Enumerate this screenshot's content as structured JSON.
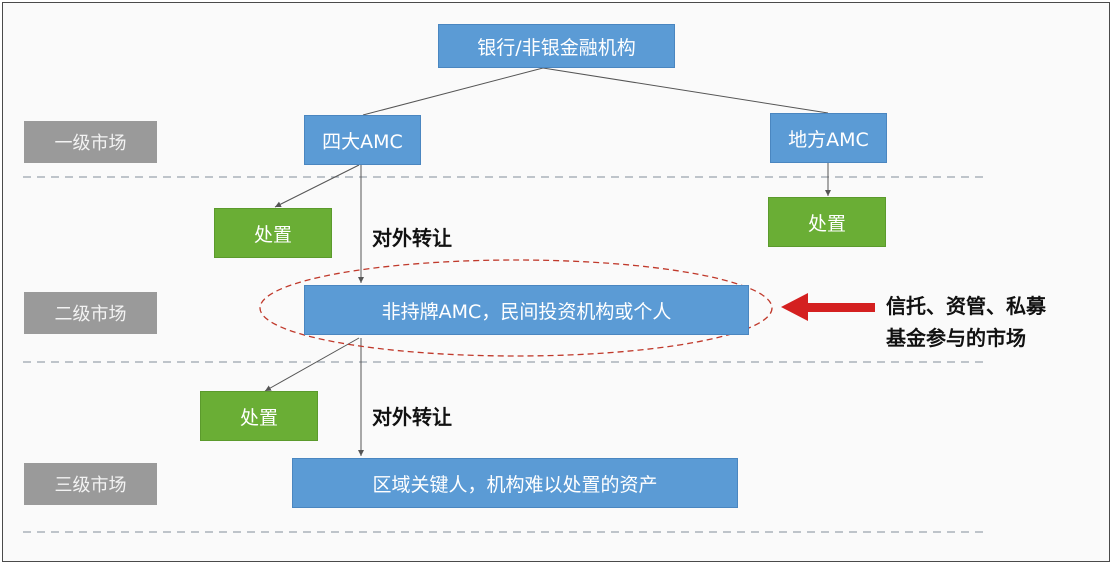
{
  "levels": [
    "一级市场",
    "二级市场",
    "三级市场"
  ],
  "nodes": {
    "bank": "银行/非银金融机构",
    "big4": "四大AMC",
    "local": "地方AMC",
    "dispose_big4": "处置",
    "dispose_local": "处置",
    "secondary": "非持牌AMC，民间投资机构或个人",
    "dispose_secondary": "处置",
    "tertiary": "区域关键人，机构难以处置的资产"
  },
  "transfer_labels": [
    "对外转让",
    "对外转让"
  ],
  "note": {
    "line1": "信托、资管、私募",
    "line2": "基金参与的市场"
  },
  "colors": {
    "node": "#5b9bd5",
    "dispose": "#6aae35",
    "level": "#9a9a9a",
    "highlight": "#c0392b",
    "arrow": "#d42020"
  }
}
